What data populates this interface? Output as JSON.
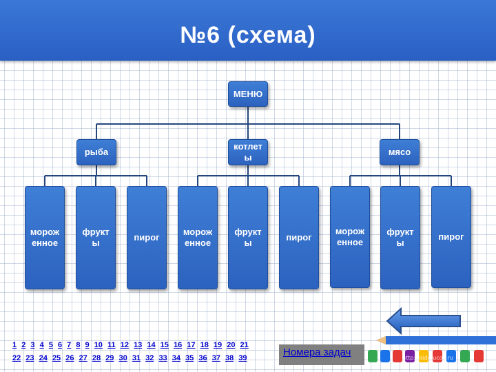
{
  "header": {
    "title": "№6 (схема)"
  },
  "diagram": {
    "root": "МЕНЮ",
    "branches": [
      {
        "label": "рыба",
        "leaves": [
          "мороженное",
          "фрукты",
          "пирог"
        ]
      },
      {
        "label": "котлеты",
        "leaves": [
          "мороженное",
          "фрукты",
          "пирог"
        ]
      },
      {
        "label": "мясо",
        "leaves": [
          "мороженное",
          "фрукты",
          "пирог"
        ]
      }
    ]
  },
  "task_links": {
    "row1": [
      "1",
      "2",
      "3",
      "4",
      "5",
      "6",
      "7",
      "8",
      "9",
      "10",
      "11",
      "12",
      "13",
      "14",
      "15",
      "16",
      "17",
      "18",
      "19",
      "20",
      "21"
    ],
    "row2": [
      "22",
      "23",
      "24",
      "25",
      "26",
      "27",
      "28",
      "29",
      "30",
      "31",
      "32",
      "33",
      "34",
      "35",
      "36",
      "37",
      "38",
      "39"
    ]
  },
  "nav": {
    "tasks_button": "Номера задач",
    "back_icon": "left-arrow-icon",
    "watermark": "http://aida.ucoz.ru"
  },
  "colors": {
    "header": "#2a5fc4",
    "node": "#2c62bf",
    "link": "#0000cc",
    "arrow": "#2c6fd6"
  }
}
